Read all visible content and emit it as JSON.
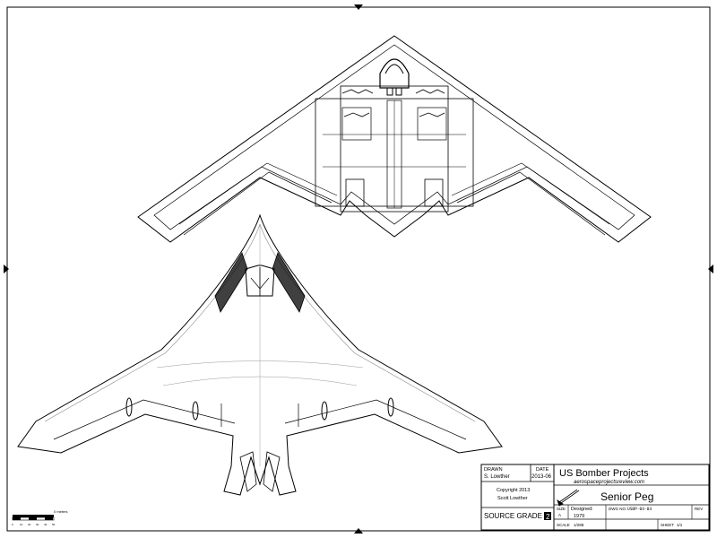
{
  "title_block": {
    "drawn_label": "DRAWN",
    "drawn_by": "S. Lowther",
    "date_label": "DATE",
    "date_value": "2013-06",
    "copyright_line1": "Copyright 2013",
    "copyright_line2": "Scott Lowther",
    "source_grade_label": "SOURCE GRADE",
    "source_grade_value": "2",
    "project_title": "US Bomber Projects",
    "project_url": "aerospaceprojectsreview.com",
    "drawing_title": "Senior Peg",
    "size_label": "SIZE",
    "size_value": "A",
    "designed_label": "Designed:",
    "designed_value": "1979",
    "dwg_label": "DWG NO.",
    "dwg_value": "USBP-04-04",
    "rev_label": "REV",
    "scale_label": "SCALE",
    "scale_value": "1/288",
    "sheet_label": "SHEET",
    "sheet_value": "1/1"
  },
  "scale_bar": {
    "unit_label": "0 meters",
    "tick_labels": [
      "0",
      "10",
      "20",
      "30",
      "40",
      "50"
    ]
  },
  "colors": {
    "ink": "#000000",
    "light_line": "#9a9a9a",
    "paper": "#ffffff"
  }
}
